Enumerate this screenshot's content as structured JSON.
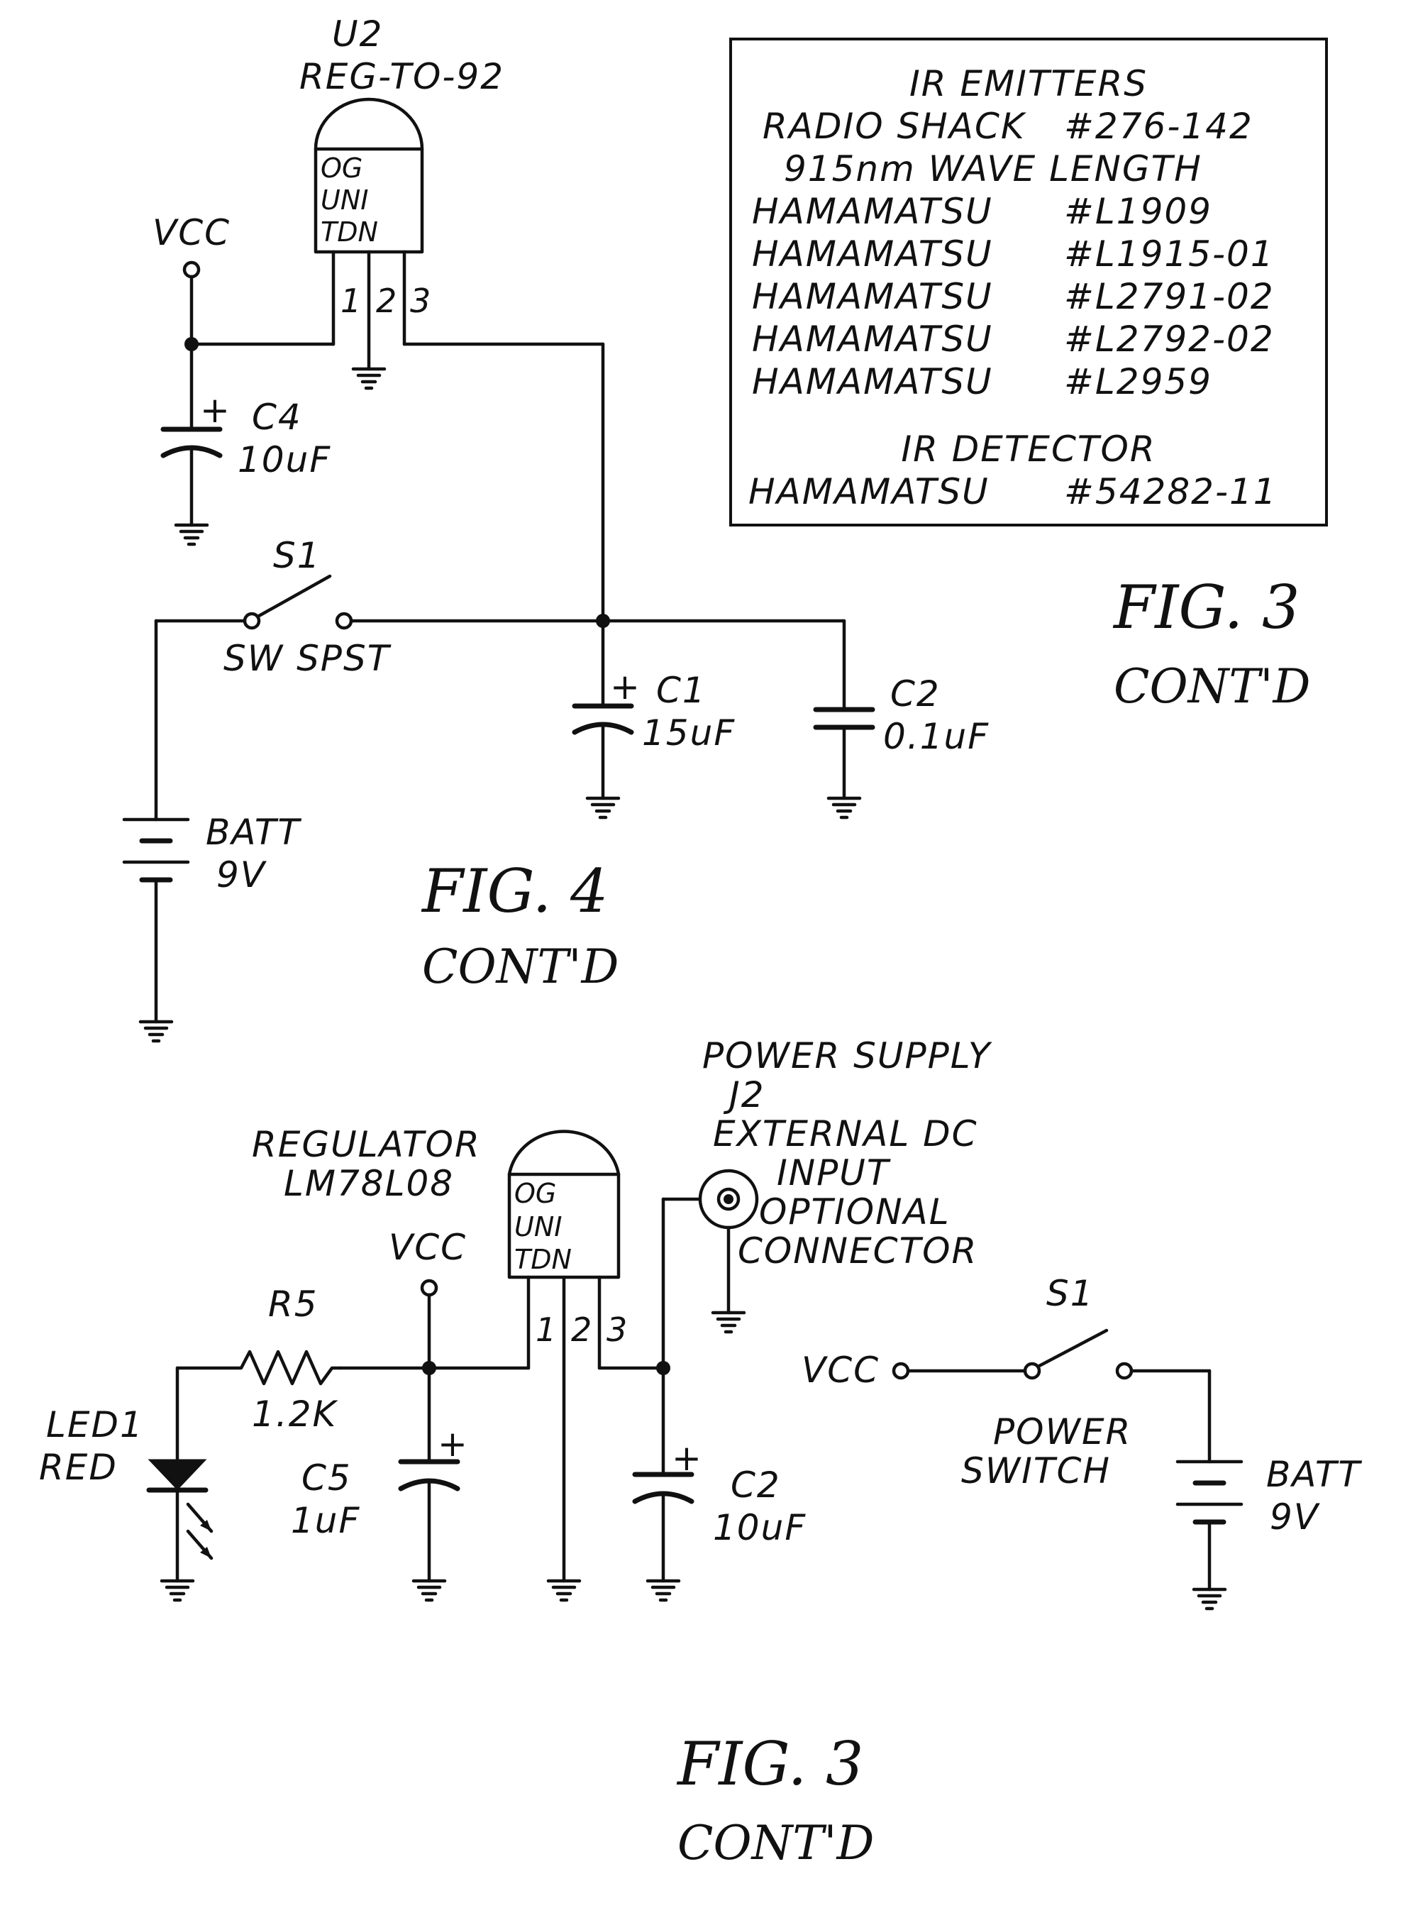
{
  "parts_table": {
    "emitters_heading": "IR EMITTERS",
    "rows": [
      {
        "vendor": "RADIO SHACK",
        "part": "#276-142"
      },
      {
        "vendor": "915nm WAVE LENGTH",
        "part": ""
      },
      {
        "vendor": "HAMAMATSU",
        "part": "#L1909"
      },
      {
        "vendor": "HAMAMATSU",
        "part": "#L1915-01"
      },
      {
        "vendor": "HAMAMATSU",
        "part": "#L2791-02"
      },
      {
        "vendor": "HAMAMATSU",
        "part": "#L2792-02"
      },
      {
        "vendor": "HAMAMATSU",
        "part": "#L2959"
      }
    ],
    "detector_heading": "IR DETECTOR",
    "detector": {
      "vendor": "HAMAMATSU",
      "part": "#54282-11"
    }
  },
  "upper_circuit": {
    "u2_ref": "U2",
    "u2_type": "REG-TO-92",
    "vcc": "VCC",
    "pkg_row1": "OG",
    "pkg_row2": "UNI",
    "pkg_row3": "TDN",
    "pin1": "1",
    "pin2": "2",
    "pin3": "3",
    "c4_ref": "C4",
    "c4_val": "10uF",
    "c4_plus": "+",
    "s1_ref": "S1",
    "s1_type": "SW SPST",
    "c1_ref": "C1",
    "c1_val": "15uF",
    "c1_plus": "+",
    "c2_ref": "C2",
    "c2_val": "0.1uF",
    "batt_ref": "BATT",
    "batt_val": "9V"
  },
  "lower_circuit": {
    "reg_label1": "REGULATOR",
    "reg_label2": "LM78L08",
    "pkg_row1": "OG",
    "pkg_row2": "UNI",
    "pkg_row3": "TDN",
    "pin1": "1",
    "pin2": "2",
    "pin3": "3",
    "vcc": "VCC",
    "r5_ref": "R5",
    "r5_val": "1.2K",
    "led_ref": "LED1",
    "led_color": "RED",
    "c5_ref": "C5",
    "c5_val": "1uF",
    "c5_plus": "+",
    "c2_ref": "C2",
    "c2_val": "10uF",
    "c2_plus": "+",
    "psu_line1": "POWER SUPPLY",
    "psu_line2": "J2",
    "psu_line3": "EXTERNAL DC",
    "psu_line4": "INPUT",
    "psu_line5": "OPTIONAL",
    "psu_line6": "CONNECTOR",
    "s1_ref": "S1",
    "vcc_switch": "VCC",
    "switch_line1": "POWER",
    "switch_line2": "SWITCH",
    "batt_ref": "BATT",
    "batt_val": "9V"
  },
  "captions": {
    "fig3_top": "FIG.  3",
    "fig3_top_cont": "CONT'D",
    "fig4": "FIG.  4",
    "fig4_cont": "CONT'D",
    "fig3_bottom": "FIG.  3",
    "fig3_bottom_cont": "CONT'D"
  }
}
